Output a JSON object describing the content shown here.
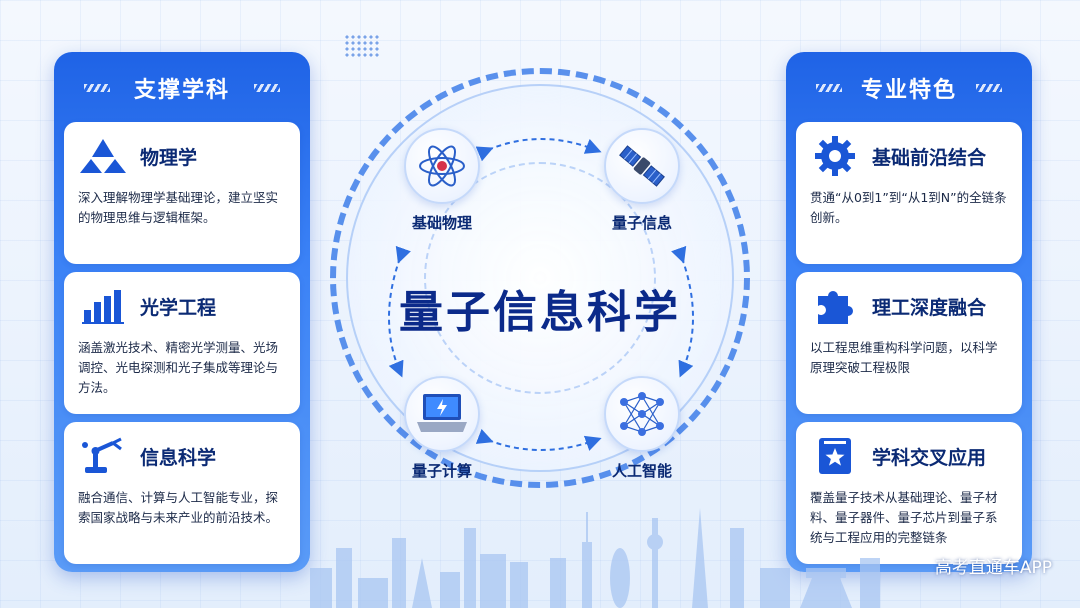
{
  "left_panel": {
    "title": "支撑学科",
    "cards": [
      {
        "icon": "triangle-icon",
        "title": "物理学",
        "text": "深入理解物理学基础理论，建立坚实的物理思维与逻辑框架。"
      },
      {
        "icon": "bar-chart-icon",
        "title": "光学工程",
        "text": "涵盖激光技术、精密光学测量、光场调控、光电探测和光子集成等理论与方法。"
      },
      {
        "icon": "robot-arm-icon",
        "title": "信息科学",
        "text": "融合通信、计算与人工智能专业，探索国家战略与未来产业的前沿技术。"
      }
    ]
  },
  "right_panel": {
    "title": "专业特色",
    "cards": [
      {
        "icon": "gear-icon",
        "title": "基础前沿结合",
        "text": "贯通“从0到1”到“从1到N”的全链条创新。"
      },
      {
        "icon": "puzzle-icon",
        "title": "理工深度融合",
        "text": "以工程思维重构科学问题，以科学原理突破工程极限"
      },
      {
        "icon": "star-badge-icon",
        "title": "学科交叉应用",
        "text": "覆盖量子技术从基础理论、量子材料、量子器件、量子芯片到量子系统与工程应用的完整链条"
      }
    ]
  },
  "center": {
    "title": "量子信息科学",
    "nodes": [
      {
        "icon": "atom-icon",
        "label": "基础物理"
      },
      {
        "icon": "satellite-icon",
        "label": "量子信息"
      },
      {
        "icon": "laptop-icon",
        "label": "量子计算"
      },
      {
        "icon": "neural-network-icon",
        "label": "人工智能"
      }
    ]
  },
  "watermark": "高考直通车APP",
  "colors": {
    "primary": "#1f63e6",
    "title": "#0b2a8a",
    "background": "#eaf2fd"
  }
}
